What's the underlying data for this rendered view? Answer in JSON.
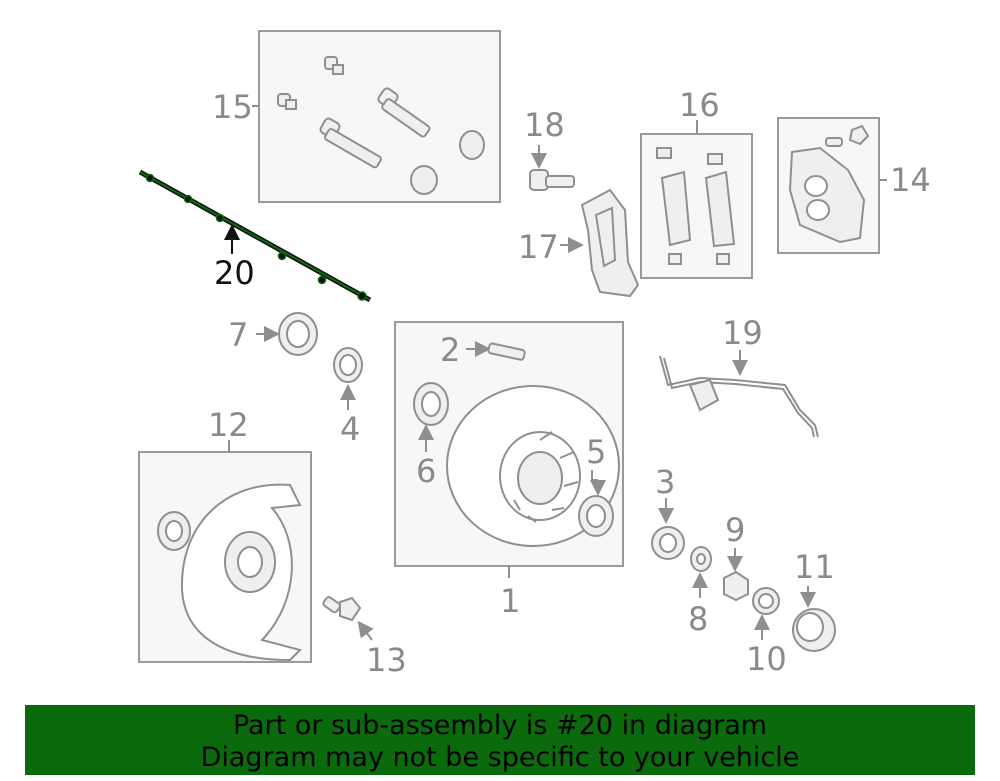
{
  "labels": {
    "p1": "1",
    "p2": "2",
    "p3": "3",
    "p4": "4",
    "p5": "5",
    "p6": "6",
    "p7": "7",
    "p8": "8",
    "p9": "9",
    "p10": "10",
    "p11": "11",
    "p12": "12",
    "p13": "13",
    "p14": "14",
    "p15": "15",
    "p16": "16",
    "p17": "17",
    "p18": "18",
    "p19": "19",
    "p20": "20"
  },
  "banner": {
    "line1": "Part or sub-assembly is #20 in diagram",
    "line2": "Diagram may not be specific to your vehicle"
  },
  "colors": {
    "highlight": "#0b6a0b",
    "part_gray": "#8f8f8f"
  }
}
